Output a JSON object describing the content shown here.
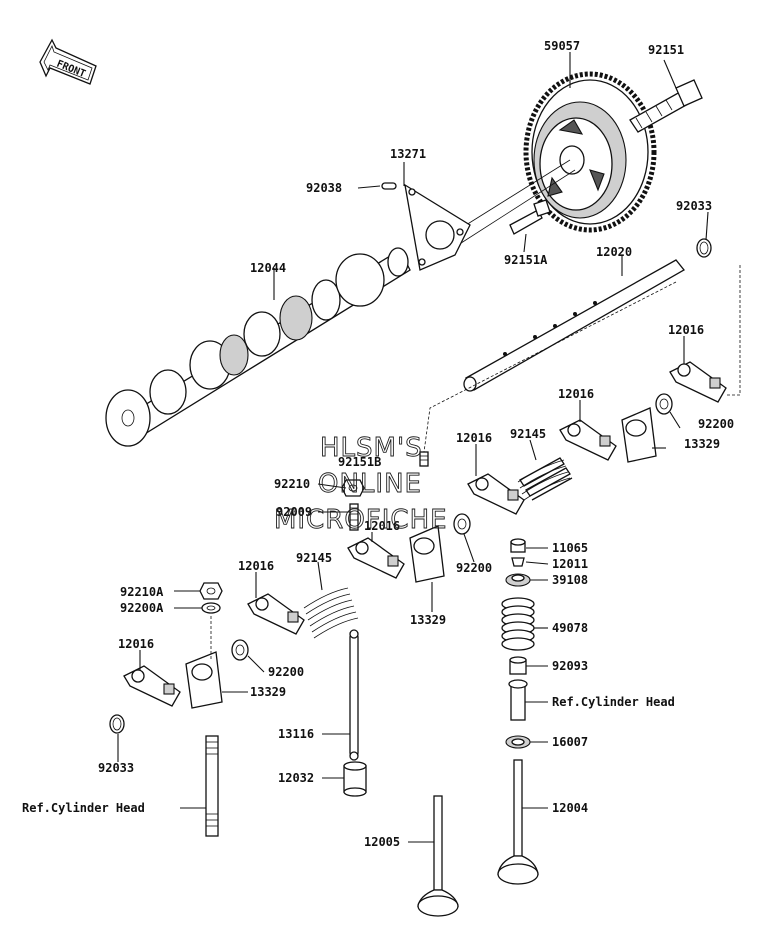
{
  "front_arrow": {
    "label": "FRONT",
    "icon": "front-arrow-icon"
  },
  "watermark": [
    "HLSM'S",
    "ONLINE",
    "MICROFICHE"
  ],
  "part_labels": [
    {
      "id": "59057",
      "text": "59057"
    },
    {
      "id": "92151",
      "text": "92151"
    },
    {
      "id": "13271",
      "text": "13271"
    },
    {
      "id": "92038",
      "text": "92038"
    },
    {
      "id": "92033a",
      "text": "92033"
    },
    {
      "id": "92151A",
      "text": "92151A"
    },
    {
      "id": "12020",
      "text": "12020"
    },
    {
      "id": "12044",
      "text": "12044"
    },
    {
      "id": "12016a",
      "text": "12016"
    },
    {
      "id": "12016b",
      "text": "12016"
    },
    {
      "id": "92200a",
      "text": "92200"
    },
    {
      "id": "92145a",
      "text": "92145"
    },
    {
      "id": "13329a",
      "text": "13329"
    },
    {
      "id": "12016c",
      "text": "12016"
    },
    {
      "id": "92151B",
      "text": "92151B"
    },
    {
      "id": "92210",
      "text": "92210"
    },
    {
      "id": "92009",
      "text": "92009"
    },
    {
      "id": "12016d",
      "text": "12016"
    },
    {
      "id": "11065",
      "text": "11065"
    },
    {
      "id": "12011",
      "text": "12011"
    },
    {
      "id": "92200b",
      "text": "92200"
    },
    {
      "id": "39108",
      "text": "39108"
    },
    {
      "id": "12016e",
      "text": "12016"
    },
    {
      "id": "92145b",
      "text": "92145"
    },
    {
      "id": "13329b",
      "text": "13329"
    },
    {
      "id": "92210A",
      "text": "92210A"
    },
    {
      "id": "92200A",
      "text": "92200A"
    },
    {
      "id": "49078",
      "text": "49078"
    },
    {
      "id": "12016f",
      "text": "12016"
    },
    {
      "id": "92200c",
      "text": "92200"
    },
    {
      "id": "92093",
      "text": "92093"
    },
    {
      "id": "13329c",
      "text": "13329"
    },
    {
      "id": "ref_head_right",
      "text": "Ref.Cylinder Head"
    },
    {
      "id": "13116",
      "text": "13116"
    },
    {
      "id": "16007",
      "text": "16007"
    },
    {
      "id": "92033b",
      "text": "92033"
    },
    {
      "id": "12032",
      "text": "12032"
    },
    {
      "id": "ref_head_left",
      "text": "Ref.Cylinder Head"
    },
    {
      "id": "12004",
      "text": "12004"
    },
    {
      "id": "12005",
      "text": "12005"
    }
  ]
}
